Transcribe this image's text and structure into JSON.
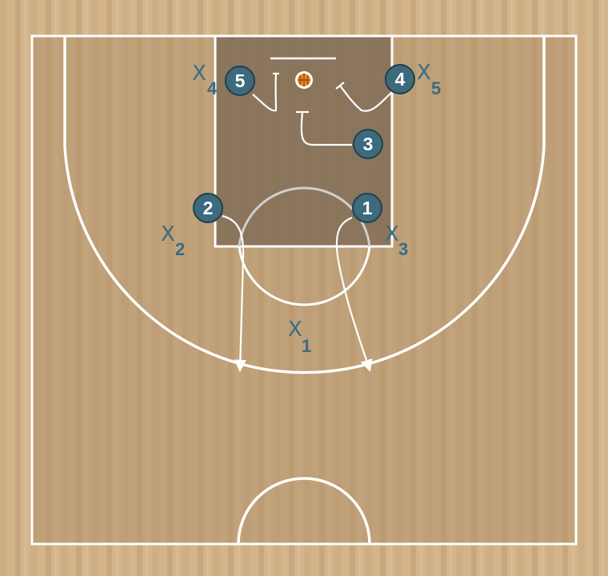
{
  "colors": {
    "floor_light": "#d3b58d",
    "floor_dark": "#c2a278",
    "paint": "#8a7660",
    "lines": "#ffffff",
    "offense_fill": "#3d6a7d",
    "offense_stroke": "#1f3f4d",
    "defense_text": "#3a6b82",
    "ball": "#f08a1c"
  },
  "ball": {
    "icon": "basketball-icon"
  },
  "offense": [
    {
      "id": "1",
      "label": "1"
    },
    {
      "id": "2",
      "label": "2"
    },
    {
      "id": "3",
      "label": "3"
    },
    {
      "id": "4",
      "label": "4"
    },
    {
      "id": "5",
      "label": "5"
    }
  ],
  "defense": [
    {
      "id": "x1",
      "mark": "X",
      "sub": "1"
    },
    {
      "id": "x2",
      "mark": "X",
      "sub": "2"
    },
    {
      "id": "x3",
      "mark": "X",
      "sub": "3"
    },
    {
      "id": "x4",
      "mark": "X",
      "sub": "4"
    },
    {
      "id": "x5",
      "mark": "X",
      "sub": "5"
    }
  ]
}
